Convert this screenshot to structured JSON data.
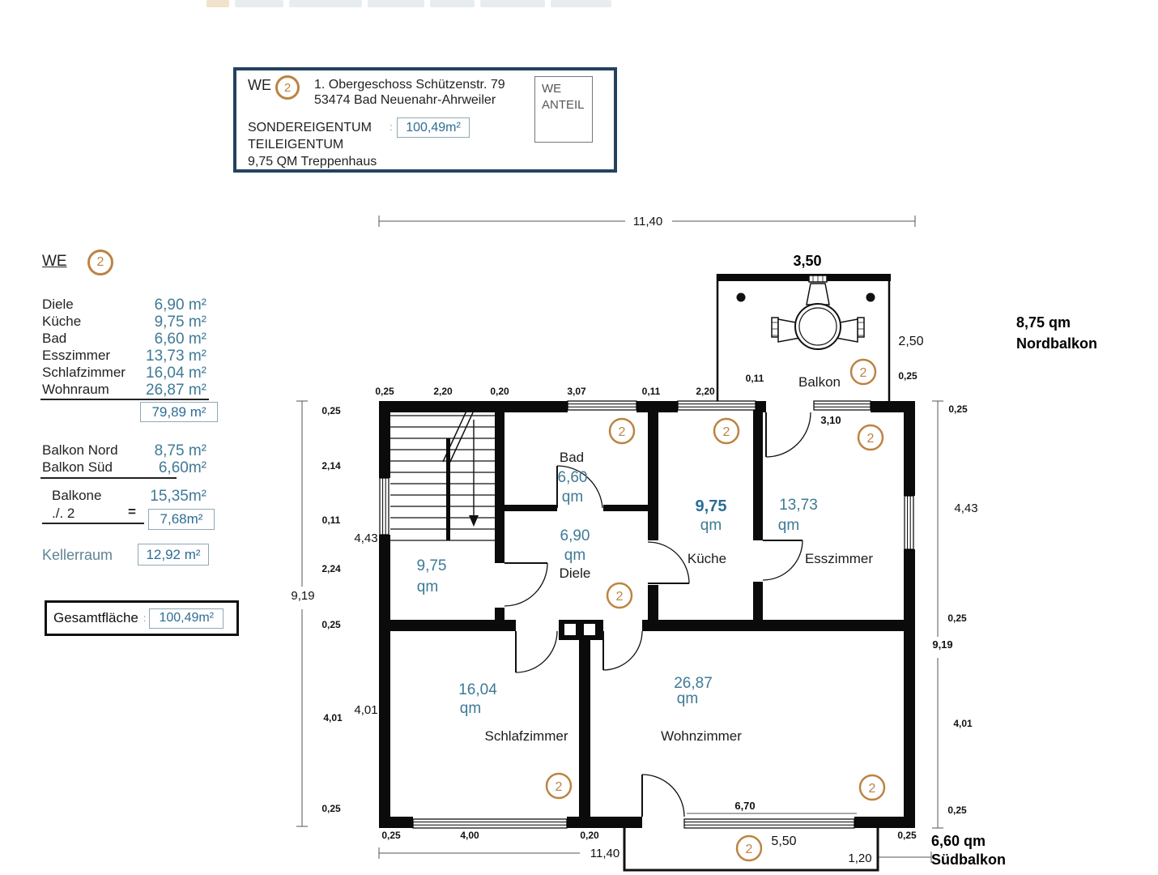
{
  "header": {
    "we_label": "WE",
    "unit": "2",
    "address1": "1. Obergeschoss  Schützenstr. 79",
    "address2": "53474 Bad Neuenahr-Ahrweiler",
    "sonder_label": "SONDEREIGENTUM",
    "colon": ":",
    "sonder_value": "100,49m²",
    "teil_label": "TEILEIGENTUM",
    "trepp_note": "9,75  QM  Treppenhaus",
    "anteil1": "WE",
    "anteil2": "ANTEIL"
  },
  "summary": {
    "we_label": "WE",
    "unit": "2",
    "rooms": [
      {
        "label": "Diele",
        "value": "6,90 m²"
      },
      {
        "label": "Küche",
        "value": "9,75 m²"
      },
      {
        "label": "Bad",
        "value": "6,60 m²"
      },
      {
        "label": "Esszimmer",
        "value": "13,73 m²"
      },
      {
        "label": "Schlafzimmer",
        "value": "16,04 m²"
      },
      {
        "label": "Wohnraum",
        "value": "26,87 m²"
      }
    ],
    "subtotal": "79,89 m²",
    "balkon_nord_label": "Balkon Nord",
    "balkon_nord_value": "8,75 m²",
    "balkon_sued_label": "Balkon Süd",
    "balkon_sued_value": "6,60m²",
    "balkone_label": "Balkone",
    "balkone_value": "15,35m²",
    "half_label": "./. 2",
    "equals": "=",
    "half_value": "7,68m²",
    "keller_label": "Kellerraum",
    "keller_value": "12,92 m²",
    "total_label": "Gesamtfläche",
    "colon": ":",
    "total_value": "100,49m²"
  },
  "plan": {
    "unit": "2",
    "rooms": {
      "bad": {
        "name": "Bad",
        "area": "6,60",
        "unit": "qm"
      },
      "diele": {
        "name": "Diele",
        "area": "6,90",
        "unit": "qm"
      },
      "kueche": {
        "name": "Küche",
        "area": "9,75",
        "unit": "qm"
      },
      "esszimmer": {
        "name": "Esszimmer",
        "area": "13,73",
        "unit": "qm"
      },
      "schlafzimmer": {
        "name": "Schlafzimmer",
        "area": "16,04",
        "unit": "qm"
      },
      "wohnzimmer": {
        "name": "Wohnzimmer",
        "area": "26,87",
        "unit": "qm"
      },
      "treppenhaus": {
        "area": "9,75",
        "unit": "qm"
      },
      "balkon": {
        "name": "Balkon"
      }
    },
    "notes": {
      "north1": "8,75 qm",
      "north2": "Nordbalkon",
      "south1": "6,60  qm",
      "south2": "Südbalkon"
    },
    "dims": {
      "total_top": "11,40",
      "total_bottom": "11,40",
      "top_row": [
        "0,25",
        "2,20",
        "0,20",
        "3,07",
        "0,11",
        "2,20"
      ],
      "balcony_width": "3,50",
      "balcony_depth": "2,50",
      "balcony_wall": "0,11",
      "balcony_corner": "0,25",
      "ess_door": "3,10",
      "left_col": [
        "0,25",
        "2,14",
        "0,11",
        "2,24",
        "0,25",
        "4,01",
        "0,25"
      ],
      "left_total": "9,19",
      "left_in_top": "4,43",
      "left_in_bottom": "4,01",
      "right_top": "0,25",
      "right_mid": "4,43",
      "right_low": "0,25",
      "right_total": "9,19",
      "right_b1": "4,01",
      "right_b2": "0,25",
      "bottom_row": [
        "0,25",
        "4,00",
        "0,20"
      ],
      "bottom_right": "0,25",
      "wohn_width": "6,70",
      "sb_width": "5,50",
      "sb_offset": "1,20"
    }
  },
  "colors": {
    "accent_orange": "#bd8342",
    "value_teal": "#3f7a96",
    "navy": "#24425f"
  }
}
